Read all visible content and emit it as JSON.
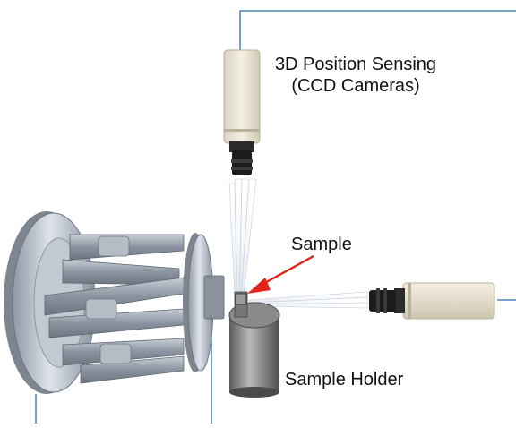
{
  "labels": {
    "position_sensing_line1": "3D Position Sensing",
    "position_sensing_line2": "(CCD Cameras)",
    "sample": "Sample",
    "sample_holder": "Sample Holder"
  },
  "colors": {
    "leader_line": "#2a6fae",
    "arrow": "#e02418",
    "camera_body": "#ece7d6",
    "lens": "#1c1c1c",
    "hexapod_metal": "#aeb6c2",
    "holder_metal": "#6f6f6f"
  }
}
